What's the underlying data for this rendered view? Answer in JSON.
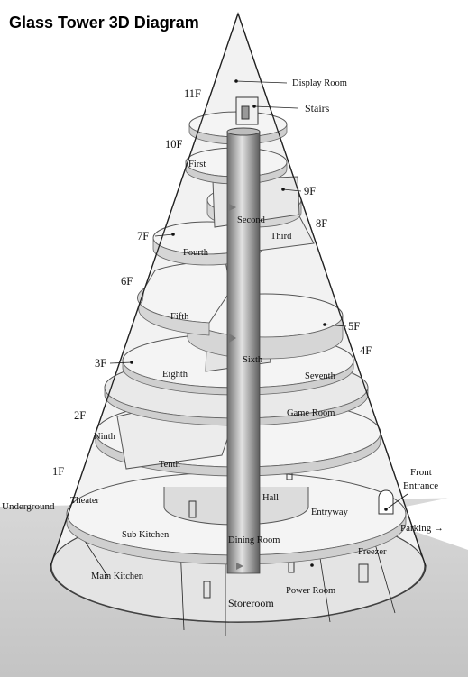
{
  "title": "Glass Tower 3D Diagram",
  "floors": {
    "f11": "11F",
    "f10": "10F",
    "f9": "9F",
    "f8": "8F",
    "f7": "7F",
    "f6": "6F",
    "f5": "5F",
    "f4": "4F",
    "f3": "3F",
    "f2": "2F",
    "f1": "1F"
  },
  "rooms": {
    "display_room": "Display Room",
    "stairs": "Stairs",
    "first": "First",
    "second": "Second",
    "third": "Third",
    "fourth": "Fourth",
    "fifth": "Fifth",
    "sixth": "Sixth",
    "seventh": "Seventh",
    "eighth": "Eighth",
    "ninth": "Ninth",
    "tenth": "Tenth",
    "game_room": "Game Room",
    "theater": "Theater",
    "hall": "Hall",
    "entryway": "Entryway",
    "sub_kitchen": "Sub Kitchen",
    "dining_room": "Dining Room",
    "main_kitchen": "Main Kitchen",
    "freezer": "Freezer",
    "power_room": "Power Room",
    "storeroom": "Storeroom"
  },
  "outside": {
    "underground": "Underground",
    "front_entrance_line1": "Front",
    "front_entrance_line2": "Entrance",
    "parking": "Parking →"
  }
}
